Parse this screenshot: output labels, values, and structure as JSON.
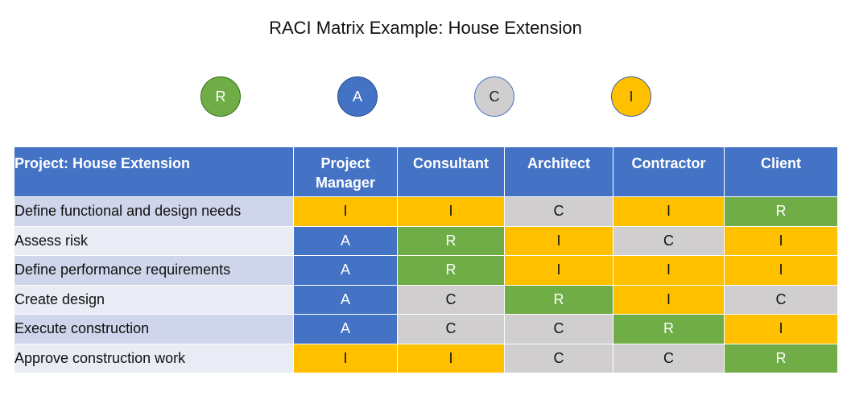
{
  "title": "RACI Matrix Example: House Extension",
  "legend": [
    {
      "letter": "R",
      "color": "#70ad47"
    },
    {
      "letter": "A",
      "color": "#4472c4"
    },
    {
      "letter": "C",
      "color": "#d0cece"
    },
    {
      "letter": "I",
      "color": "#ffc000"
    }
  ],
  "table": {
    "corner_header": "Project: House Extension",
    "columns": [
      {
        "line1": "Project",
        "line2": "Manager"
      },
      {
        "line1": "Consultant",
        "line2": ""
      },
      {
        "line1": "Architect",
        "line2": ""
      },
      {
        "line1": "Contractor",
        "line2": ""
      },
      {
        "line1": "Client",
        "line2": ""
      }
    ],
    "rows": [
      {
        "activity": "Define functional and design needs",
        "values": [
          "I",
          "I",
          "C",
          "I",
          "R"
        ]
      },
      {
        "activity": "Assess risk",
        "values": [
          "A",
          "R",
          "I",
          "C",
          "I"
        ]
      },
      {
        "activity": "Define performance requirements",
        "values": [
          "A",
          "R",
          "I",
          "I",
          "I"
        ]
      },
      {
        "activity": "Create design",
        "values": [
          "A",
          "C",
          "R",
          "I",
          "C"
        ]
      },
      {
        "activity": "Execute construction",
        "values": [
          "A",
          "C",
          "C",
          "R",
          "I"
        ]
      },
      {
        "activity": "Approve construction work",
        "values": [
          "I",
          "I",
          "C",
          "C",
          "R"
        ]
      }
    ]
  }
}
